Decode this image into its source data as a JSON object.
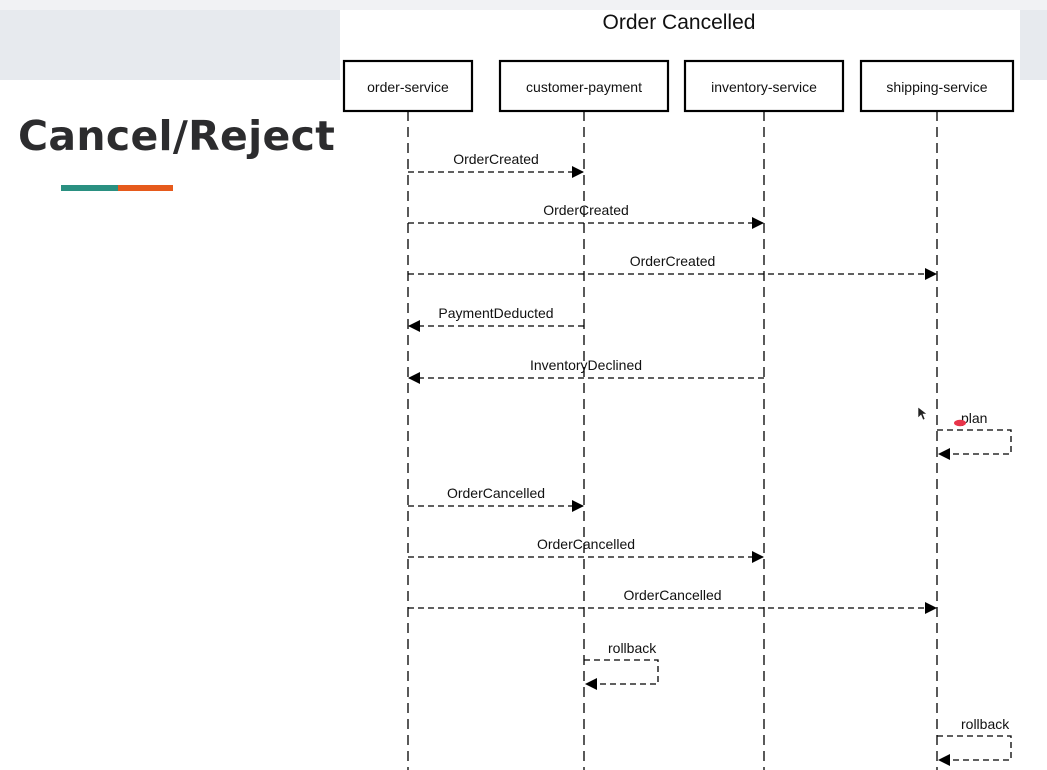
{
  "slide": {
    "title": "Cancel/Reject",
    "accent_colors": [
      "#2a9081",
      "#e65a1c"
    ]
  },
  "diagram": {
    "title": "Order Cancelled",
    "participants": [
      {
        "id": "order",
        "label": "order-service"
      },
      {
        "id": "payment",
        "label": "customer-payment"
      },
      {
        "id": "inventory",
        "label": "inventory-service"
      },
      {
        "id": "shipping",
        "label": "shipping-service"
      }
    ],
    "messages": [
      {
        "from": "order",
        "to": "payment",
        "label": "OrderCreated"
      },
      {
        "from": "order",
        "to": "inventory",
        "label": "OrderCreated"
      },
      {
        "from": "order",
        "to": "shipping",
        "label": "OrderCreated"
      },
      {
        "from": "payment",
        "to": "order",
        "label": "PaymentDeducted"
      },
      {
        "from": "inventory",
        "to": "order",
        "label": "InventoryDeclined"
      },
      {
        "from": "shipping",
        "to": "shipping",
        "label": "plan"
      },
      {
        "from": "order",
        "to": "payment",
        "label": "OrderCancelled"
      },
      {
        "from": "order",
        "to": "inventory",
        "label": "OrderCancelled"
      },
      {
        "from": "order",
        "to": "shipping",
        "label": "OrderCancelled"
      },
      {
        "from": "payment",
        "to": "payment",
        "label": "rollback"
      },
      {
        "from": "shipping",
        "to": "shipping",
        "label": "rollback"
      }
    ]
  }
}
